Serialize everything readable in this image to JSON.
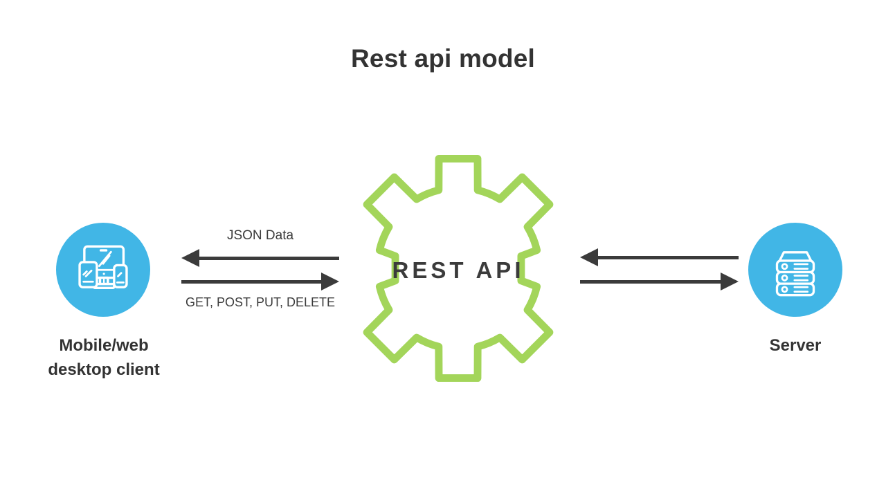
{
  "title": "Rest api model",
  "client": {
    "icon": "devices-icon",
    "label_line1": "Mobile/web",
    "label_line2": "desktop client"
  },
  "api": {
    "icon": "gear-icon",
    "label": "REST API"
  },
  "server": {
    "icon": "server-stack-icon",
    "label": "Server"
  },
  "flows": {
    "client_api": {
      "response_label": "JSON Data",
      "request_label": "GET, POST, PUT, DELETE"
    }
  },
  "colors": {
    "node_blue": "#41b6e6",
    "gear_green": "#a3d55a",
    "arrow_dark": "#3b3b3b",
    "text_dark": "#333333"
  }
}
